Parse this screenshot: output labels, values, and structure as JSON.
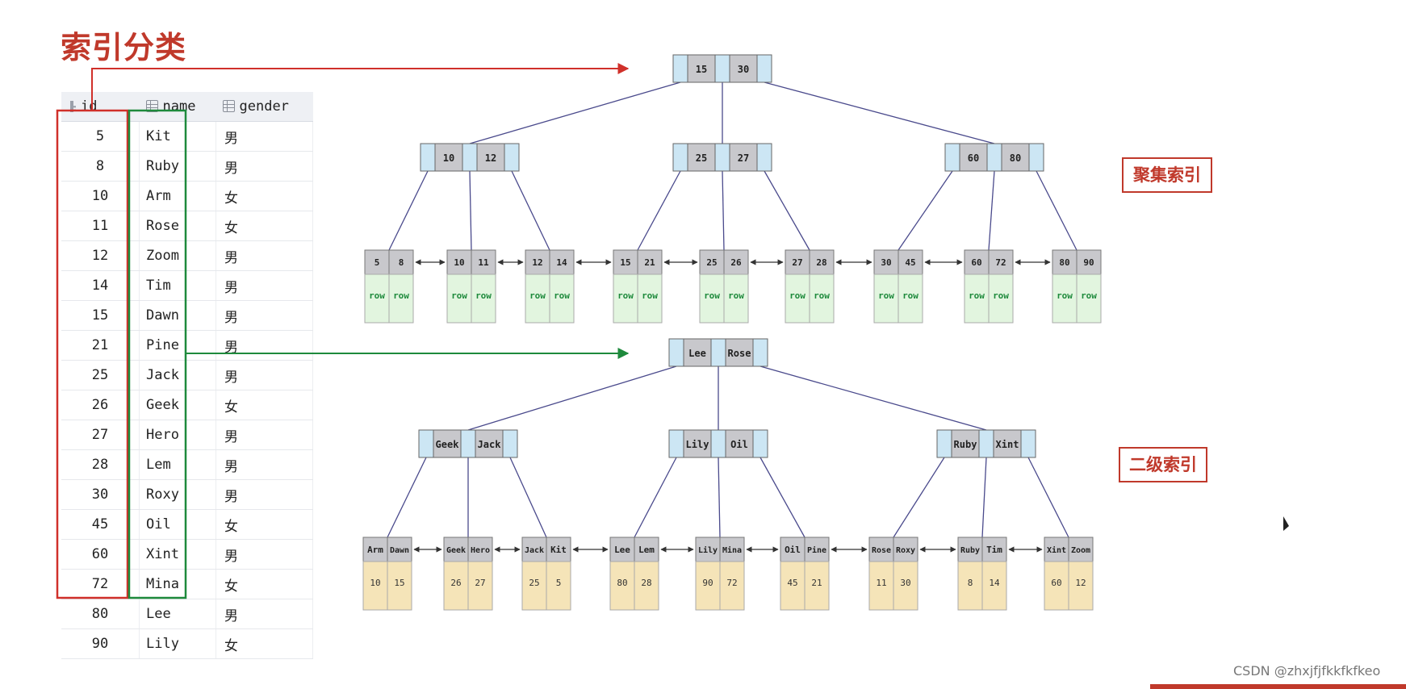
{
  "title": "索引分类",
  "table": {
    "headers": [
      {
        "label": "id",
        "icon": "key-icon"
      },
      {
        "label": "name",
        "icon": "column-icon"
      },
      {
        "label": "gender",
        "icon": "column-icon"
      }
    ],
    "rows": [
      {
        "id": "5",
        "name": "Kit",
        "gender": "男"
      },
      {
        "id": "8",
        "name": "Ruby",
        "gender": "男"
      },
      {
        "id": "10",
        "name": "Arm",
        "gender": "女"
      },
      {
        "id": "11",
        "name": "Rose",
        "gender": "女"
      },
      {
        "id": "12",
        "name": "Zoom",
        "gender": "男"
      },
      {
        "id": "14",
        "name": "Tim",
        "gender": "男"
      },
      {
        "id": "15",
        "name": "Dawn",
        "gender": "男"
      },
      {
        "id": "21",
        "name": "Pine",
        "gender": "男"
      },
      {
        "id": "25",
        "name": "Jack",
        "gender": "男"
      },
      {
        "id": "26",
        "name": "Geek",
        "gender": "女"
      },
      {
        "id": "27",
        "name": "Hero",
        "gender": "男"
      },
      {
        "id": "28",
        "name": "Lem",
        "gender": "男"
      },
      {
        "id": "30",
        "name": "Roxy",
        "gender": "男"
      },
      {
        "id": "45",
        "name": "Oil",
        "gender": "女"
      },
      {
        "id": "60",
        "name": "Xint",
        "gender": "男"
      },
      {
        "id": "72",
        "name": "Mina",
        "gender": "女"
      },
      {
        "id": "80",
        "name": "Lee",
        "gender": "男"
      },
      {
        "id": "90",
        "name": "Lily",
        "gender": "女"
      }
    ]
  },
  "labels": {
    "clustered": "聚集索引",
    "secondary": "二级索引"
  },
  "clustered_tree": {
    "root": [
      "15",
      "30"
    ],
    "internal": [
      [
        "10",
        "12"
      ],
      [
        "25",
        "27"
      ],
      [
        "60",
        "80"
      ]
    ],
    "leaves": [
      {
        "keys": [
          "5",
          "8"
        ],
        "data": [
          "row",
          "row"
        ]
      },
      {
        "keys": [
          "10",
          "11"
        ],
        "data": [
          "row",
          "row"
        ]
      },
      {
        "keys": [
          "12",
          "14"
        ],
        "data": [
          "row",
          "row"
        ]
      },
      {
        "keys": [
          "15",
          "21"
        ],
        "data": [
          "row",
          "row"
        ]
      },
      {
        "keys": [
          "25",
          "26"
        ],
        "data": [
          "row",
          "row"
        ]
      },
      {
        "keys": [
          "27",
          "28"
        ],
        "data": [
          "row",
          "row"
        ]
      },
      {
        "keys": [
          "30",
          "45"
        ],
        "data": [
          "row",
          "row"
        ]
      },
      {
        "keys": [
          "60",
          "72"
        ],
        "data": [
          "row",
          "row"
        ]
      },
      {
        "keys": [
          "80",
          "90"
        ],
        "data": [
          "row",
          "row"
        ]
      }
    ]
  },
  "secondary_tree": {
    "root": [
      "Lee",
      "Rose"
    ],
    "internal": [
      [
        "Geek",
        "Jack"
      ],
      [
        "Lily",
        "Oil"
      ],
      [
        "Ruby",
        "Xint"
      ]
    ],
    "leaves": [
      {
        "keys": [
          "Arm",
          "Dawn"
        ],
        "data": [
          "10",
          "15"
        ]
      },
      {
        "keys": [
          "Geek",
          "Hero"
        ],
        "data": [
          "26",
          "27"
        ]
      },
      {
        "keys": [
          "Jack",
          "Kit"
        ],
        "data": [
          "25",
          "5"
        ]
      },
      {
        "keys": [
          "Lee",
          "Lem"
        ],
        "data": [
          "80",
          "28"
        ]
      },
      {
        "keys": [
          "Lily",
          "Mina"
        ],
        "data": [
          "90",
          "72"
        ]
      },
      {
        "keys": [
          "Oil",
          "Pine"
        ],
        "data": [
          "45",
          "21"
        ]
      },
      {
        "keys": [
          "Rose",
          "Roxy"
        ],
        "data": [
          "11",
          "30"
        ]
      },
      {
        "keys": [
          "Ruby",
          "Tim"
        ],
        "data": [
          "8",
          "14"
        ]
      },
      {
        "keys": [
          "Xint",
          "Zoom"
        ],
        "data": [
          "60",
          "12"
        ]
      }
    ]
  },
  "colors": {
    "red": "#d0302a",
    "green": "#1e8a3c",
    "pointer": "#cce6f4",
    "key": "#c8c8cc",
    "row": "#e2f5df",
    "pk": "#f5e4b8",
    "edge": "#4a4a8c"
  },
  "watermark": "CSDN @zhxjfjfkkfkfkeo"
}
